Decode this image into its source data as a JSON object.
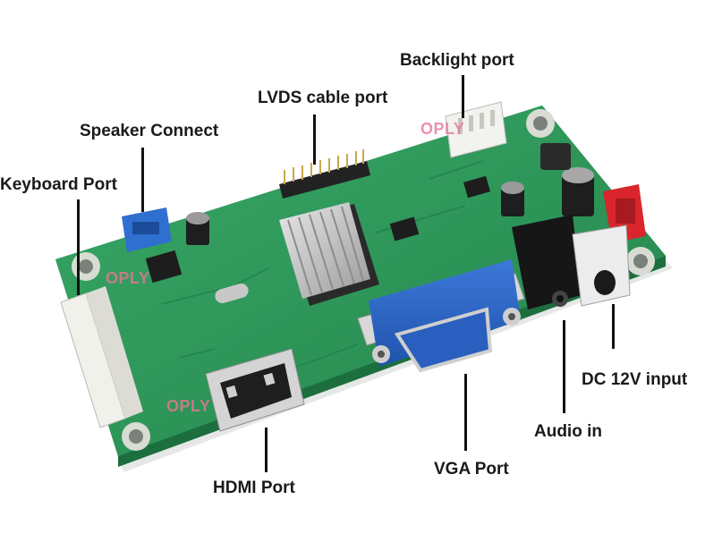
{
  "labels": {
    "backlight_port": "Backlight port",
    "lvds_cable_port": "LVDS cable port",
    "speaker_connect": "Speaker Connect",
    "keyboard_port": "Keyboard Port",
    "hdmi_port": "HDMI Port",
    "vga_port": "VGA Port",
    "audio_in": "Audio in",
    "dc_12v_input": "DC 12V input"
  },
  "watermark": "OPLY",
  "colors": {
    "pcb": "#2e9a5c",
    "pcb_dark": "#1f7a45",
    "vga_connector": "#2d67c9",
    "power_connector": "#d9252b",
    "speaker_connector": "#2f6fd0",
    "watermark": "#e87696"
  }
}
